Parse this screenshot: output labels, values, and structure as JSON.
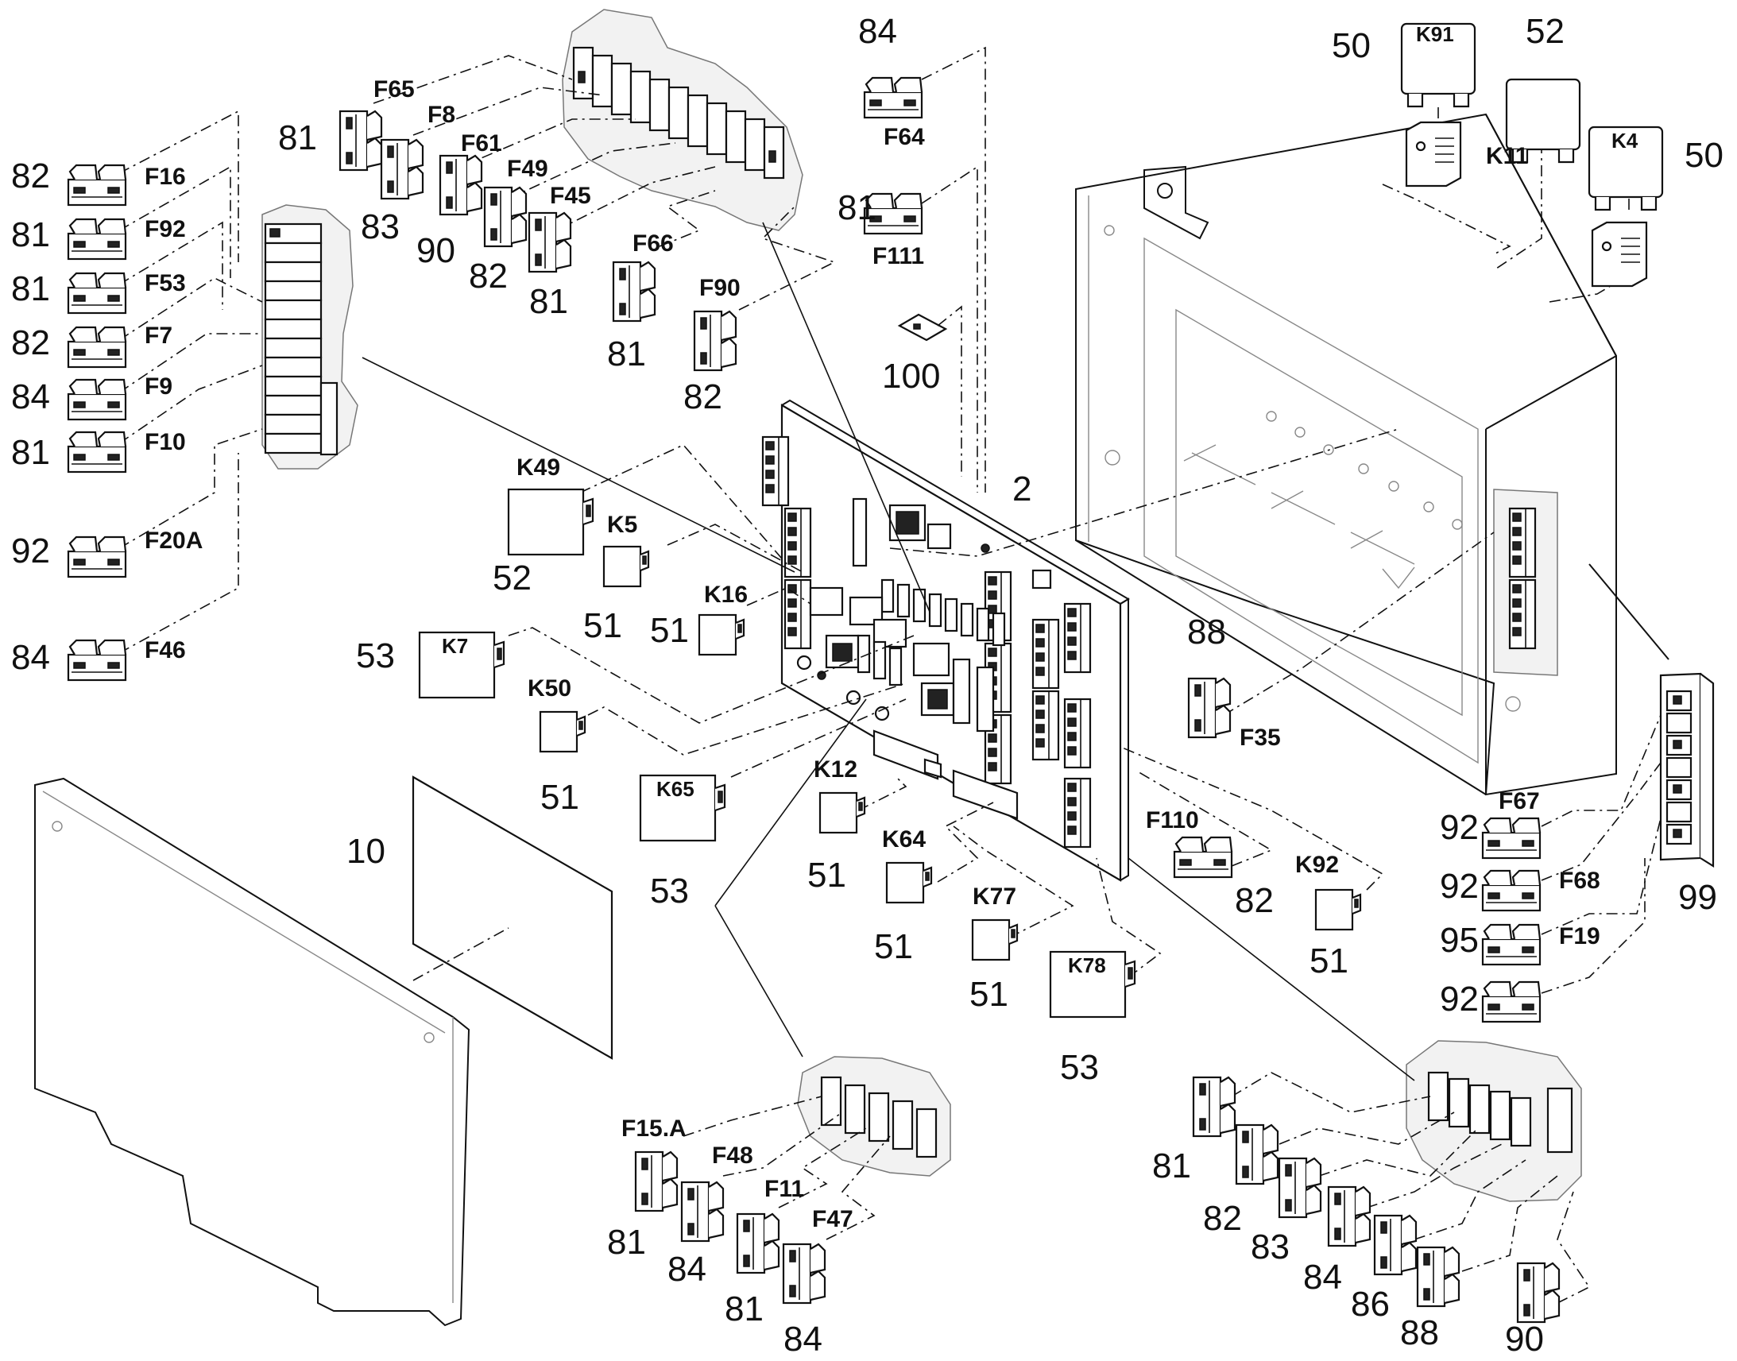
{
  "callouts": {
    "top": [
      {
        "code": "F65",
        "num": "81"
      },
      {
        "code": "F8",
        "num": "83"
      },
      {
        "code": "F61",
        "num": "90"
      },
      {
        "code": "F49",
        "num": "82"
      },
      {
        "code": "F45",
        "num": "81"
      },
      {
        "code": "F66",
        "num": "81"
      },
      {
        "code": "F90",
        "num": "82"
      },
      {
        "code": "F64",
        "num": "84"
      },
      {
        "code": "F111",
        "num": "81"
      },
      {
        "code": "",
        "num": "100"
      }
    ],
    "left": [
      {
        "code": "F16",
        "num": "82"
      },
      {
        "code": "F92",
        "num": "81"
      },
      {
        "code": "F53",
        "num": "81"
      },
      {
        "code": "F7",
        "num": "82"
      },
      {
        "code": "F9",
        "num": "84"
      },
      {
        "code": "F10",
        "num": "81"
      },
      {
        "code": "F20A",
        "num": "92"
      },
      {
        "code": "F46",
        "num": "84"
      }
    ],
    "relays": [
      {
        "code": "K49",
        "num": "52"
      },
      {
        "code": "K5",
        "num": "51"
      },
      {
        "code": "K16",
        "num": "51"
      },
      {
        "code": "K7",
        "num": "53"
      },
      {
        "code": "K50",
        "num": "51"
      },
      {
        "code": "K65",
        "num": "53"
      },
      {
        "code": "K12",
        "num": "51"
      },
      {
        "code": "K64",
        "num": "51"
      },
      {
        "code": "K77",
        "num": "51"
      },
      {
        "code": "K78",
        "num": "53"
      },
      {
        "code": "K92",
        "num": "51"
      },
      {
        "code": "K91",
        "num": "50"
      },
      {
        "code": "K11",
        "num": "52"
      },
      {
        "code": "K4",
        "num": "50"
      }
    ],
    "board": "2",
    "cover_plate": "10",
    "f35": {
      "code": "F35",
      "num": "88"
    },
    "f110": {
      "code": "F110",
      "num": "82"
    },
    "right": [
      {
        "code": "F67",
        "num": "92"
      },
      {
        "code": "F68",
        "num": "92"
      },
      {
        "code": "F19",
        "num": "95"
      },
      {
        "code": "",
        "num": "92"
      }
    ],
    "connector": "99",
    "bottom_left": [
      {
        "code": "F15.A",
        "num": "81"
      },
      {
        "code": "F48",
        "num": "84"
      },
      {
        "code": "F11",
        "num": "81"
      },
      {
        "code": "F47",
        "num": "84"
      }
    ],
    "bottom_right": [
      "81",
      "82",
      "83",
      "84",
      "86",
      "88",
      "90"
    ]
  }
}
